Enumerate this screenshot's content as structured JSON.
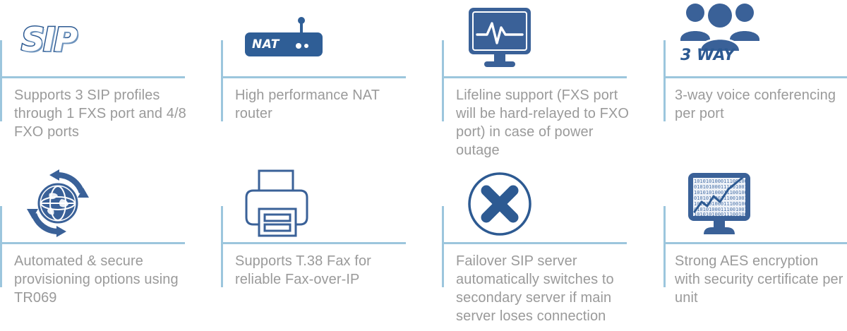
{
  "page": {
    "background": "#ffffff",
    "rule_color": "#9cc6dd",
    "text_color": "#9a9a9a",
    "icon_color": "#2d5a92"
  },
  "features": [
    {
      "id": "sip-profiles",
      "icon": "sip-logo-icon",
      "icon_text": "SIP",
      "caption": "Supports 3 SIP profiles through 1 FXS port and 4/8 FXO ports"
    },
    {
      "id": "nat-router",
      "icon": "nat-router-icon",
      "icon_text": "NAT",
      "caption": "High performance NAT router"
    },
    {
      "id": "lifeline-support",
      "icon": "monitor-heartbeat-icon",
      "icon_text": "",
      "caption": "Lifeline support (FXS port will be hard-relayed to FXO port) in case of power outage"
    },
    {
      "id": "three-way-conferencing",
      "icon": "three-users-icon",
      "icon_text": "3 WAY",
      "caption": "3-way voice conferencing per port"
    },
    {
      "id": "auto-provisioning",
      "icon": "globe-refresh-icon",
      "icon_text": "",
      "caption": "Automated & secure provisioning options using TR069"
    },
    {
      "id": "t38-fax",
      "icon": "printer-fax-icon",
      "icon_text": "",
      "caption": "Supports T.38 Fax for reliable Fax-over-IP"
    },
    {
      "id": "failover-sip-server",
      "icon": "circle-x-icon",
      "icon_text": "",
      "caption": "Failover SIP server automatically switches to secondary server if main server loses connection"
    },
    {
      "id": "aes-encryption",
      "icon": "monitor-binary-chart-icon",
      "icon_text": "",
      "caption": "Strong AES encryption with security certificate per unit"
    }
  ]
}
